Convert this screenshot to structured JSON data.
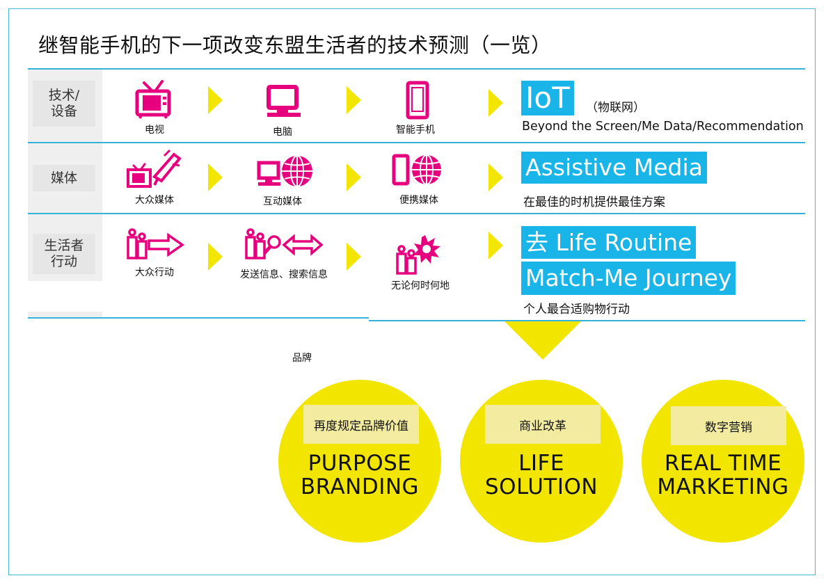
{
  "title": "继智能手机的下一项改变东盟生活者的技术预测（一览）",
  "colors": {
    "accent_blue": "#19b4e8",
    "line_blue": "#34b2dc",
    "yellow": "#f2e600",
    "magenta": "#e6007e"
  },
  "rows": [
    {
      "label": "技术/\n设备",
      "items": [
        {
          "icon": "tv-icon",
          "caption": "电视"
        },
        {
          "icon": "pc-icon",
          "caption": "电脑"
        },
        {
          "icon": "smartphone-icon",
          "caption": "智能手机"
        }
      ],
      "highlight": [
        "IoT"
      ],
      "note": "（物联网）",
      "sub": "Beyond the Screen/Me Data/Recommendation"
    },
    {
      "label": "媒体",
      "items": [
        {
          "icon": "tv-megaphone-icon",
          "caption": "大众媒体"
        },
        {
          "icon": "pc-globe-icon",
          "caption": "互动媒体"
        },
        {
          "icon": "phone-globe-icon",
          "caption": "便携媒体"
        }
      ],
      "highlight": [
        "Assistive Media"
      ],
      "sub": "在最佳的时机提供最佳方案"
    },
    {
      "label": "生活者\n行动",
      "items": [
        {
          "icon": "people-arrow-icon",
          "caption": "大众行动"
        },
        {
          "icon": "people-search-icon",
          "caption": "发送信息、搜索信息"
        },
        {
          "icon": "people-burst-icon",
          "caption": "无论何时何地"
        }
      ],
      "highlight": [
        "去 Life Routine",
        "Match-Me Journey"
      ],
      "sub": "个人最合适购物行动"
    }
  ],
  "brand_label": "品牌",
  "circles": [
    {
      "tag": "再度规定品牌价值",
      "line1": "PURPOSE",
      "line2": "BRANDING"
    },
    {
      "tag": "商业改革",
      "line1": "LIFE",
      "line2": "SOLUTION"
    },
    {
      "tag": "数字营销",
      "line1": "REAL TIME",
      "line2": "MARKETING"
    }
  ]
}
